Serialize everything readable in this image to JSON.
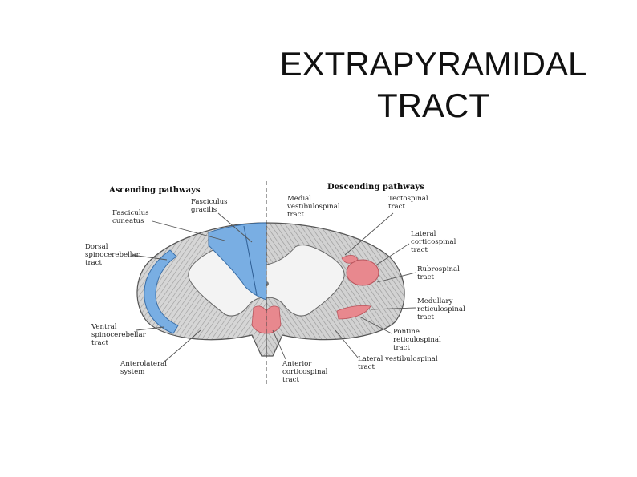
{
  "slide": {
    "title_line1": "EXTRAPYRAMIDAL",
    "title_line2": "TRACT"
  },
  "figure": {
    "left_heading": "Ascending pathways",
    "right_heading": "Descending pathways",
    "ascending_color": "#79aee3",
    "descending_color": "#e8888e",
    "labels": {
      "fasciculus_gracilis": [
        "Fasciculus",
        "gracilis"
      ],
      "fasciculus_cuneatus": [
        "Fasciculus",
        "cuneatus"
      ],
      "dorsal_spinocerebellar": [
        "Dorsal",
        "spinocerebellar",
        "tract"
      ],
      "ventral_spinocerebellar": [
        "Ventral",
        "spinocerebellar",
        "tract"
      ],
      "anterolateral_system": [
        "Anterolateral",
        "system"
      ],
      "anterior_corticospinal": [
        "Anterior",
        "corticospinal",
        "tract"
      ],
      "medial_vestibulospinal": [
        "Medial",
        "vestibulospinal",
        "tract"
      ],
      "tectospinal": [
        "Tectospinal",
        "tract"
      ],
      "lateral_corticospinal": [
        "Lateral",
        "corticospinal",
        "tract"
      ],
      "rubrospinal": [
        "Rubrospinal",
        "tract"
      ],
      "medullary_reticulospinal": [
        "Medullary",
        "reticulospinal",
        "tract"
      ],
      "pontine_reticulospinal": [
        "Pontine",
        "reticulospinal",
        "tract"
      ],
      "lateral_vestibulospinal": [
        "Lateral vestibulospinal",
        "tract"
      ]
    }
  }
}
